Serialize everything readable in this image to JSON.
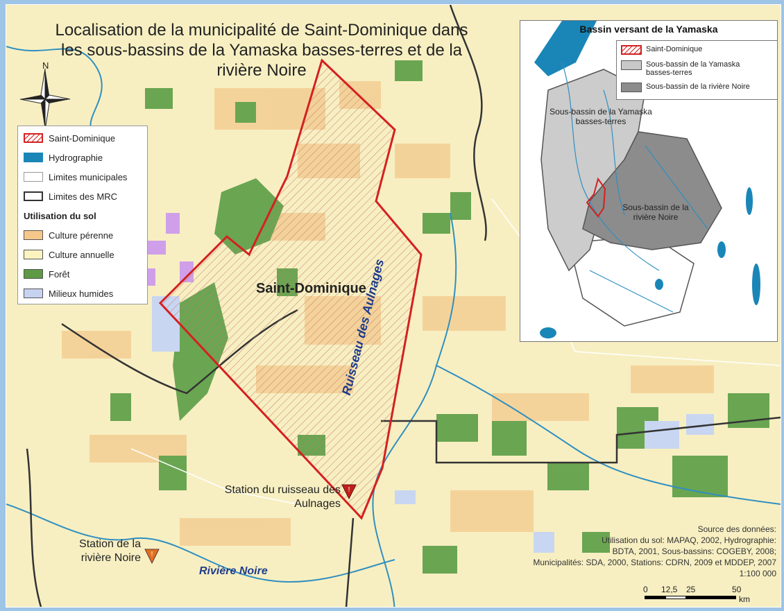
{
  "title": {
    "line1": "Localisation de la municipalité de Saint-Dominique dans",
    "line2": "les sous-bassins de la Yamaska basses-terres et de la",
    "line3": "rivière Noire"
  },
  "north_label": "N",
  "legend": {
    "items": [
      {
        "label": "Saint-Dominique",
        "icon": "hatch-red-outline"
      },
      {
        "label": "Hydrographie",
        "color": "#1a86b8"
      },
      {
        "label": "Limites municipales",
        "color": "#ffffff"
      },
      {
        "label": "Limites des MRC",
        "color": "#ffffff"
      }
    ],
    "section_title": "Utilisation du sol",
    "land_use": [
      {
        "label": "Culture pérenne",
        "color": "#f5c88a"
      },
      {
        "label": "Culture annuelle",
        "color": "#fbf3c0"
      },
      {
        "label": "Forêt",
        "color": "#5e9a44"
      },
      {
        "label": "Milieux humides",
        "color": "#c6d2f0"
      }
    ]
  },
  "inset": {
    "title": "Bassin versant de la Yamaska",
    "legend": [
      {
        "label": "Saint-Dominique",
        "color": "#ffffff"
      },
      {
        "label": "Sous-bassin de la Yamaska basses-terres",
        "color": "#c8c8c8"
      },
      {
        "label": "Sous-bassin de la rivière Noire",
        "color": "#8c8c8c"
      }
    ],
    "label_yamaska": "Sous-bassin de la Yamaska basses-terres",
    "label_noire": "Sous-bassin de la rivière Noire"
  },
  "map_labels": {
    "saint_dominique": "Saint-Dominique",
    "station_ruisseau": "Station du ruisseau des Aulnages",
    "station_riviere": "Station de la rivière Noire",
    "ruisseau": "Ruisseau des Aulnages",
    "riviere": "Rivière Noire"
  },
  "source": {
    "line1": "Source des données:",
    "line2": "Utilisation du sol: MAPAQ, 2002, Hydrographie:",
    "line3": "BDTA, 2001, Sous-bassins: COGEBY, 2008;",
    "line4": "Municipalités: SDA, 2000, Stations: CDRN, 2009 et MDDEP, 2007",
    "scale_ratio": "1:100 000"
  },
  "scale_bar": {
    "ticks": [
      "0",
      "12,5",
      "25",
      "50"
    ],
    "unit": "km"
  },
  "colors": {
    "boundary_red": "#d42020",
    "water": "#1a86b8",
    "station_marker": "#c0201a",
    "station_marker_2": "#e07020"
  }
}
